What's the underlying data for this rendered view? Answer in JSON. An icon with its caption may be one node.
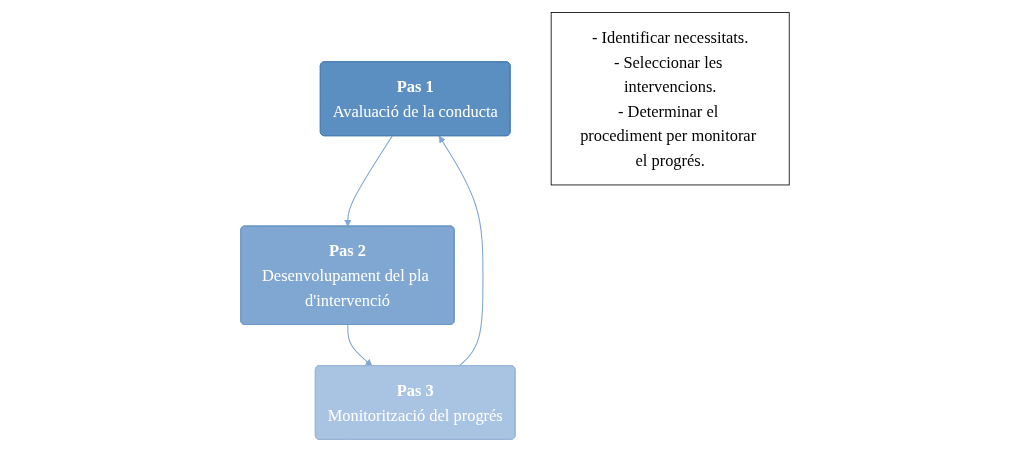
{
  "diagram": {
    "nodes": [
      {
        "text": [
          "Pas 1",
          "Avaluació de la conducta"
        ]
      },
      {
        "text": [
          "Pas 2",
          "Desenvolupament del pla d'intervenció"
        ]
      },
      {
        "text": [
          "Pas 3",
          "Monitorització del progrés"
        ]
      },
      {
        "text": [
          "- Identificar necessitats.",
          "- Seleccionar les intervencions.",
          "- Determinar el procediment per monitorar el progrés."
        ]
      }
    ],
    "edges": [
      {
        "from": 0,
        "to": 1,
        "arrow": "to"
      },
      {
        "from": 1,
        "to": 2,
        "arrow": "to"
      },
      {
        "from": 2,
        "to": 0,
        "arrow": "to"
      }
    ]
  }
}
